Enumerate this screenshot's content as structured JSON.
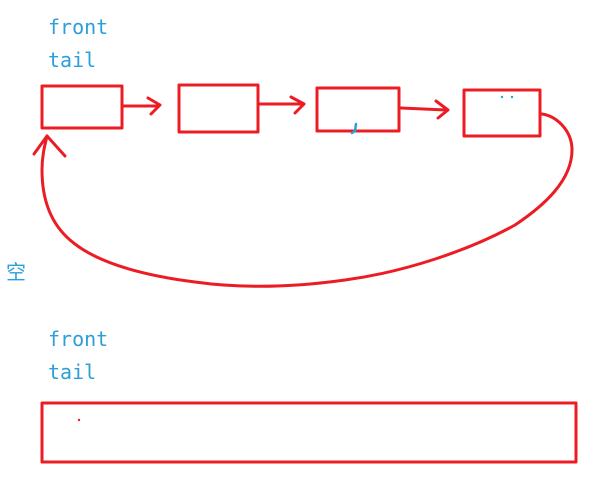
{
  "colors": {
    "stroke": "#ec1c24",
    "text": "#2b9fd9"
  },
  "top_queue": {
    "front_label": "front",
    "tail_label": "tail",
    "node_count": 4
  },
  "empty_queue": {
    "caption": "空",
    "front_label": "front",
    "tail_label": "tail"
  }
}
